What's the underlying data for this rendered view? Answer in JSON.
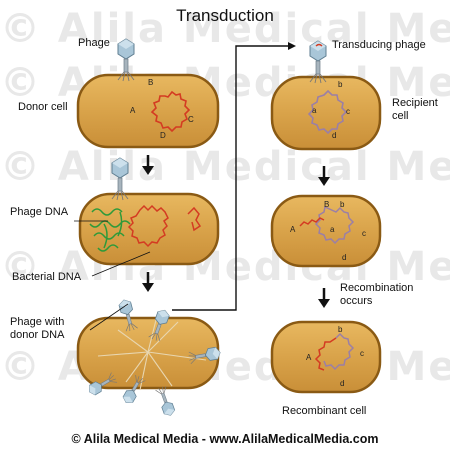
{
  "title": "Transduction",
  "watermark": "© Alila Medical Media",
  "labels": {
    "phage": "Phage",
    "donor_cell": "Donor cell",
    "phage_dna": "Phage DNA",
    "bacterial_dna": "Bacterial DNA",
    "phage_with_donor_dna": "Phage with\ndonor DNA",
    "transducing_phage": "Transducing phage",
    "recipient_cell": "Recipient\ncell",
    "recombination_occurs": "Recombination\noccurs",
    "recombinant_cell": "Recombinant cell"
  },
  "genes": {
    "donor": [
      "A",
      "B",
      "C",
      "D"
    ],
    "recipient": [
      "a",
      "b",
      "c",
      "d"
    ]
  },
  "credit": "© Alila Medical Media - www.AlilaMedicalMedia.com",
  "colors": {
    "cell_fill": "#d9a34a",
    "cell_outline": "#8a5a14",
    "donor_dna": "#d43b22",
    "recipient_dna": "#9b7fa6",
    "phage_dna": "#2e9a3a",
    "phage_head": "#a9c6d8"
  }
}
